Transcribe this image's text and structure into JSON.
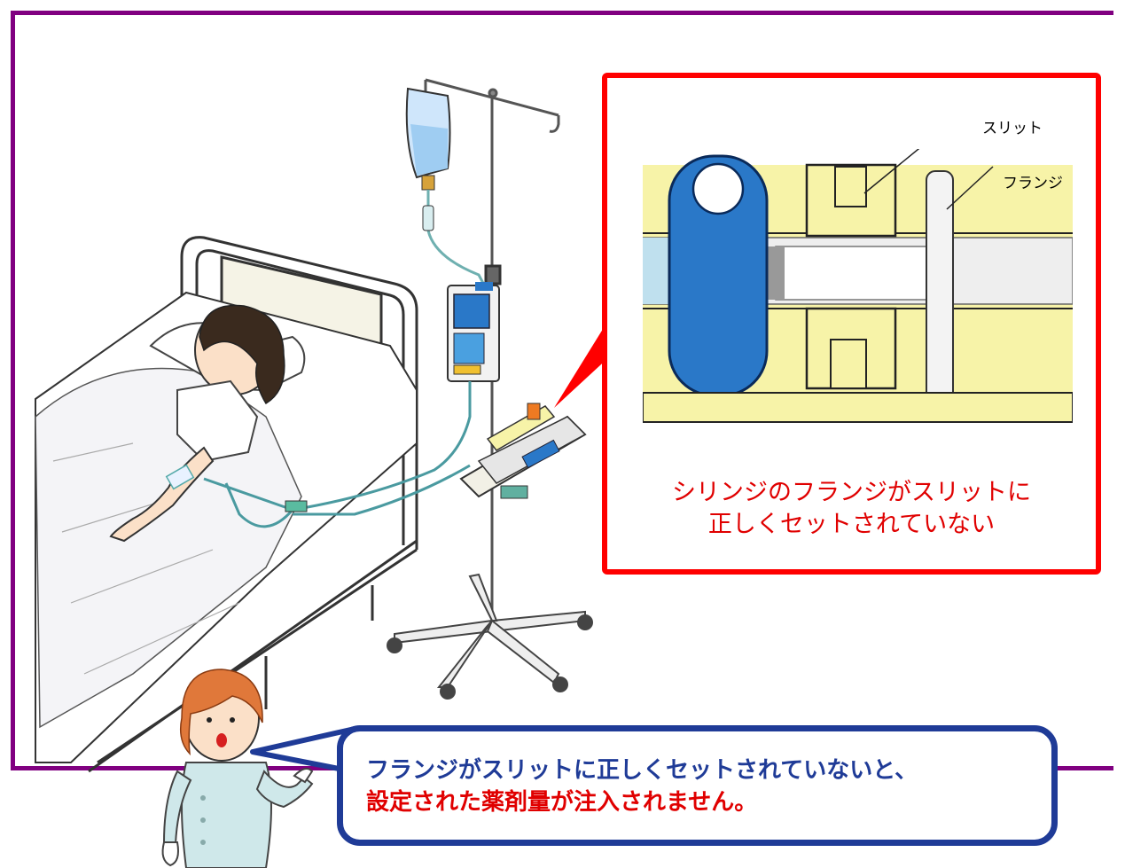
{
  "detail": {
    "label_slit": "スリット",
    "label_flange": "フランジ",
    "caption_line1": "シリンジのフランジがスリットに",
    "caption_line2": "正しくセットされていない"
  },
  "speech": {
    "line1": "フランジがスリットに正しくセットされていないと、",
    "line2": "設定された薬剤量が注入されません。"
  },
  "colors": {
    "frame": "#800080",
    "detail_border": "#ff0000",
    "speech_border": "#1f3b97",
    "warning_text": "#e00000",
    "pump_blue": "#2a78c8",
    "syringe_yellow": "#f7f3a8"
  }
}
